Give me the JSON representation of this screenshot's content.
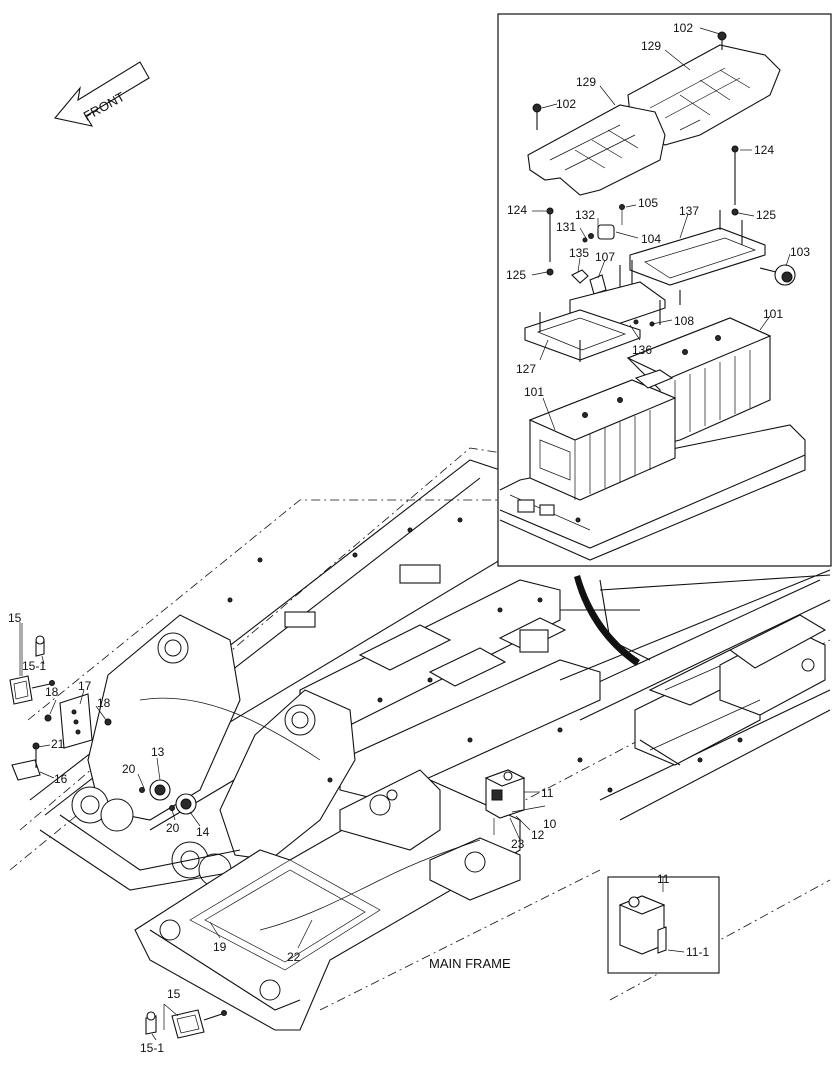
{
  "direction_label": "FRONT",
  "section_label": "MAIN FRAME",
  "callouts": {
    "c102a": "102",
    "c129a": "129",
    "c129b": "129",
    "c102b": "102",
    "c124a": "124",
    "c105": "105",
    "c137": "137",
    "c124b": "124",
    "c132": "132",
    "c131": "131",
    "c125a": "125",
    "c104": "104",
    "c103": "103",
    "c135": "135",
    "c107": "107",
    "c125b": "125",
    "c108": "108",
    "c101a": "101",
    "c136": "136",
    "c127": "127",
    "c101b": "101",
    "c15a": "15",
    "c15_1a": "15-1",
    "c17": "17",
    "c18a": "18",
    "c18b": "18",
    "c21": "21",
    "c16": "16",
    "c13": "13",
    "c20a": "20",
    "c20b": "20",
    "c14": "14",
    "c11": "11",
    "c10": "10",
    "c12": "12",
    "c23": "23",
    "c19": "19",
    "c22": "22",
    "c15b": "15",
    "c15_1b": "15-1",
    "c11_detail": "11",
    "c11_1": "11-1"
  },
  "colors": {
    "line": "#111111",
    "background": "#ffffff"
  }
}
